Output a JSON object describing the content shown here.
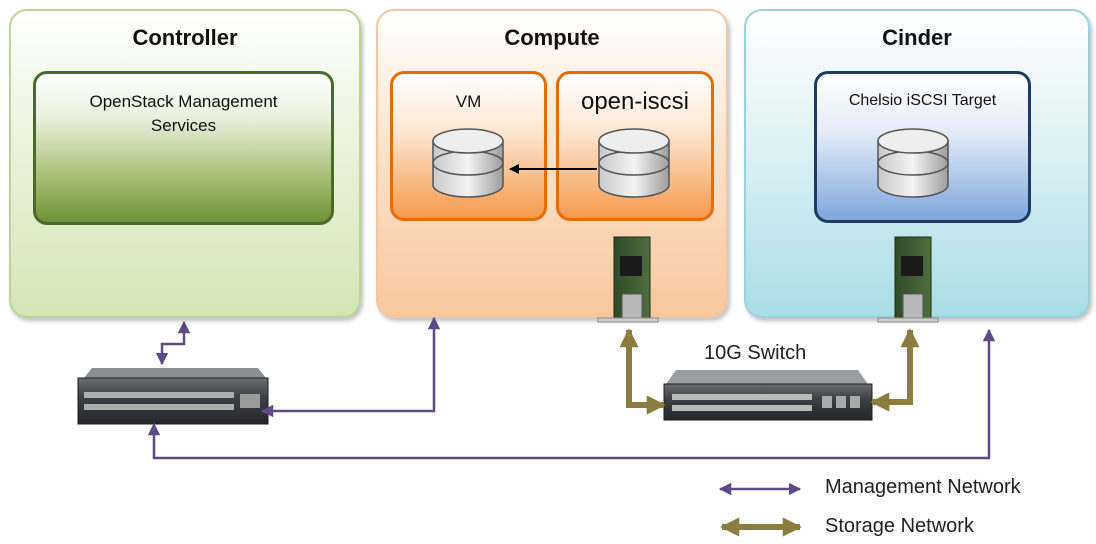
{
  "nodes": {
    "controller": {
      "title": "Controller"
    },
    "compute": {
      "title": "Compute"
    },
    "cinder": {
      "title": "Cinder"
    }
  },
  "components": {
    "mgmt_services": "OpenStack Management Services",
    "vm": "VM",
    "open_iscsi": "open-iscsi",
    "iscsi_target": "Chelsio iSCSI Target"
  },
  "switch_label": "10G Switch",
  "legend": {
    "management": "Management Network",
    "storage": "Storage Network"
  },
  "colors": {
    "management_line": "#5e4a86",
    "storage_line": "#8b7d3f"
  }
}
